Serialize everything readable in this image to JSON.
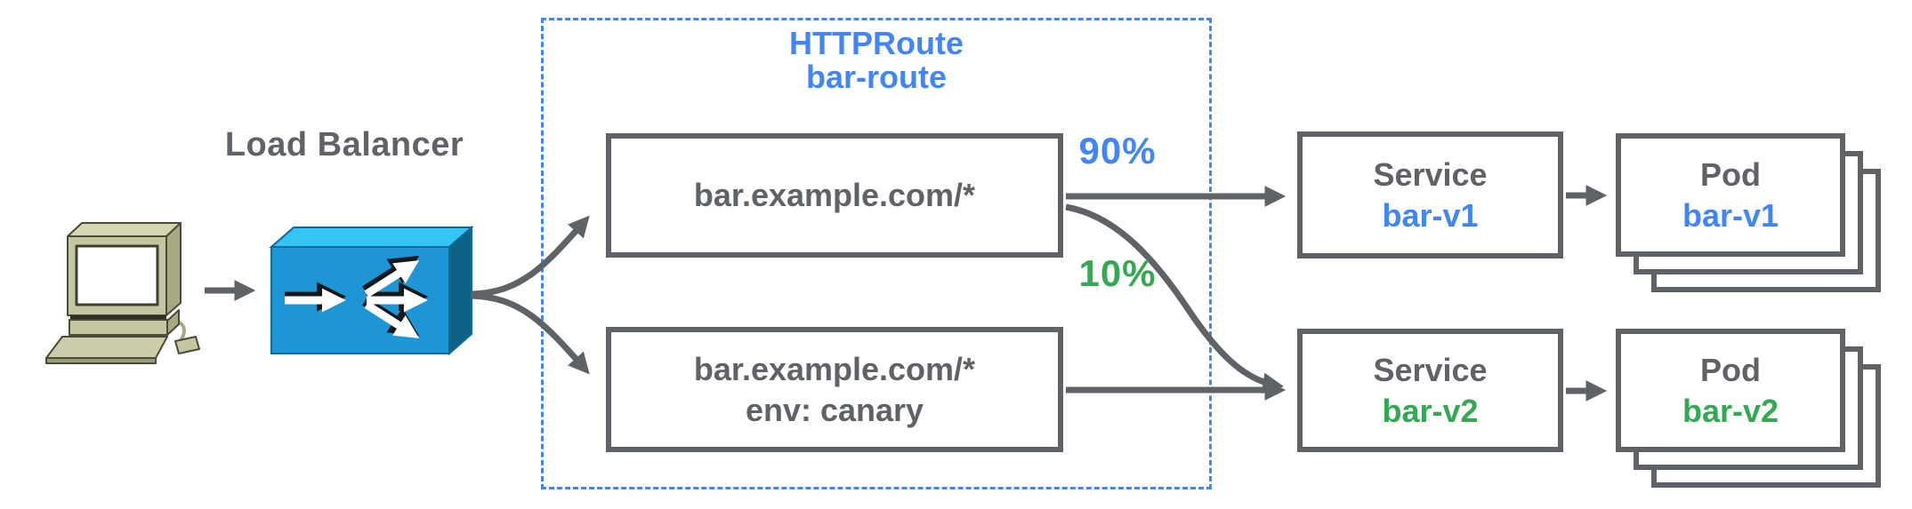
{
  "diagram": {
    "client": {
      "icon": "desktop-computer-icon"
    },
    "load_balancer": {
      "label": "Load Balancer",
      "icon": "load-balancer-icon"
    },
    "httproute_group": {
      "kind": "HTTPRoute",
      "name": "bar-route"
    },
    "rules": [
      {
        "lines": [
          "bar.example.com/*"
        ]
      },
      {
        "lines": [
          "bar.example.com/*",
          "env: canary"
        ]
      }
    ],
    "traffic_weights": [
      {
        "label": "90%",
        "color": "#4285F4"
      },
      {
        "label": "10%",
        "color": "#34A853"
      }
    ],
    "services": [
      {
        "kind": "Service",
        "name": "bar-v1",
        "name_color": "#4285F4"
      },
      {
        "kind": "Service",
        "name": "bar-v2",
        "name_color": "#34A853"
      }
    ],
    "pods": [
      {
        "kind": "Pod",
        "name": "bar-v1",
        "name_color": "#4285F4"
      },
      {
        "kind": "Pod",
        "name": "bar-v2",
        "name_color": "#34A853"
      }
    ],
    "colors": {
      "outline_gray": "#5F6368",
      "text_gray": "#5F6368",
      "accent_blue": "#4285F4",
      "accent_green": "#34A853",
      "lb_box_front": "#1E96D5",
      "lb_box_top": "#33C5F4",
      "lb_box_side": "#0D6285",
      "computer_body": "#C6C5A2",
      "computer_shade": "#A9A885"
    }
  }
}
